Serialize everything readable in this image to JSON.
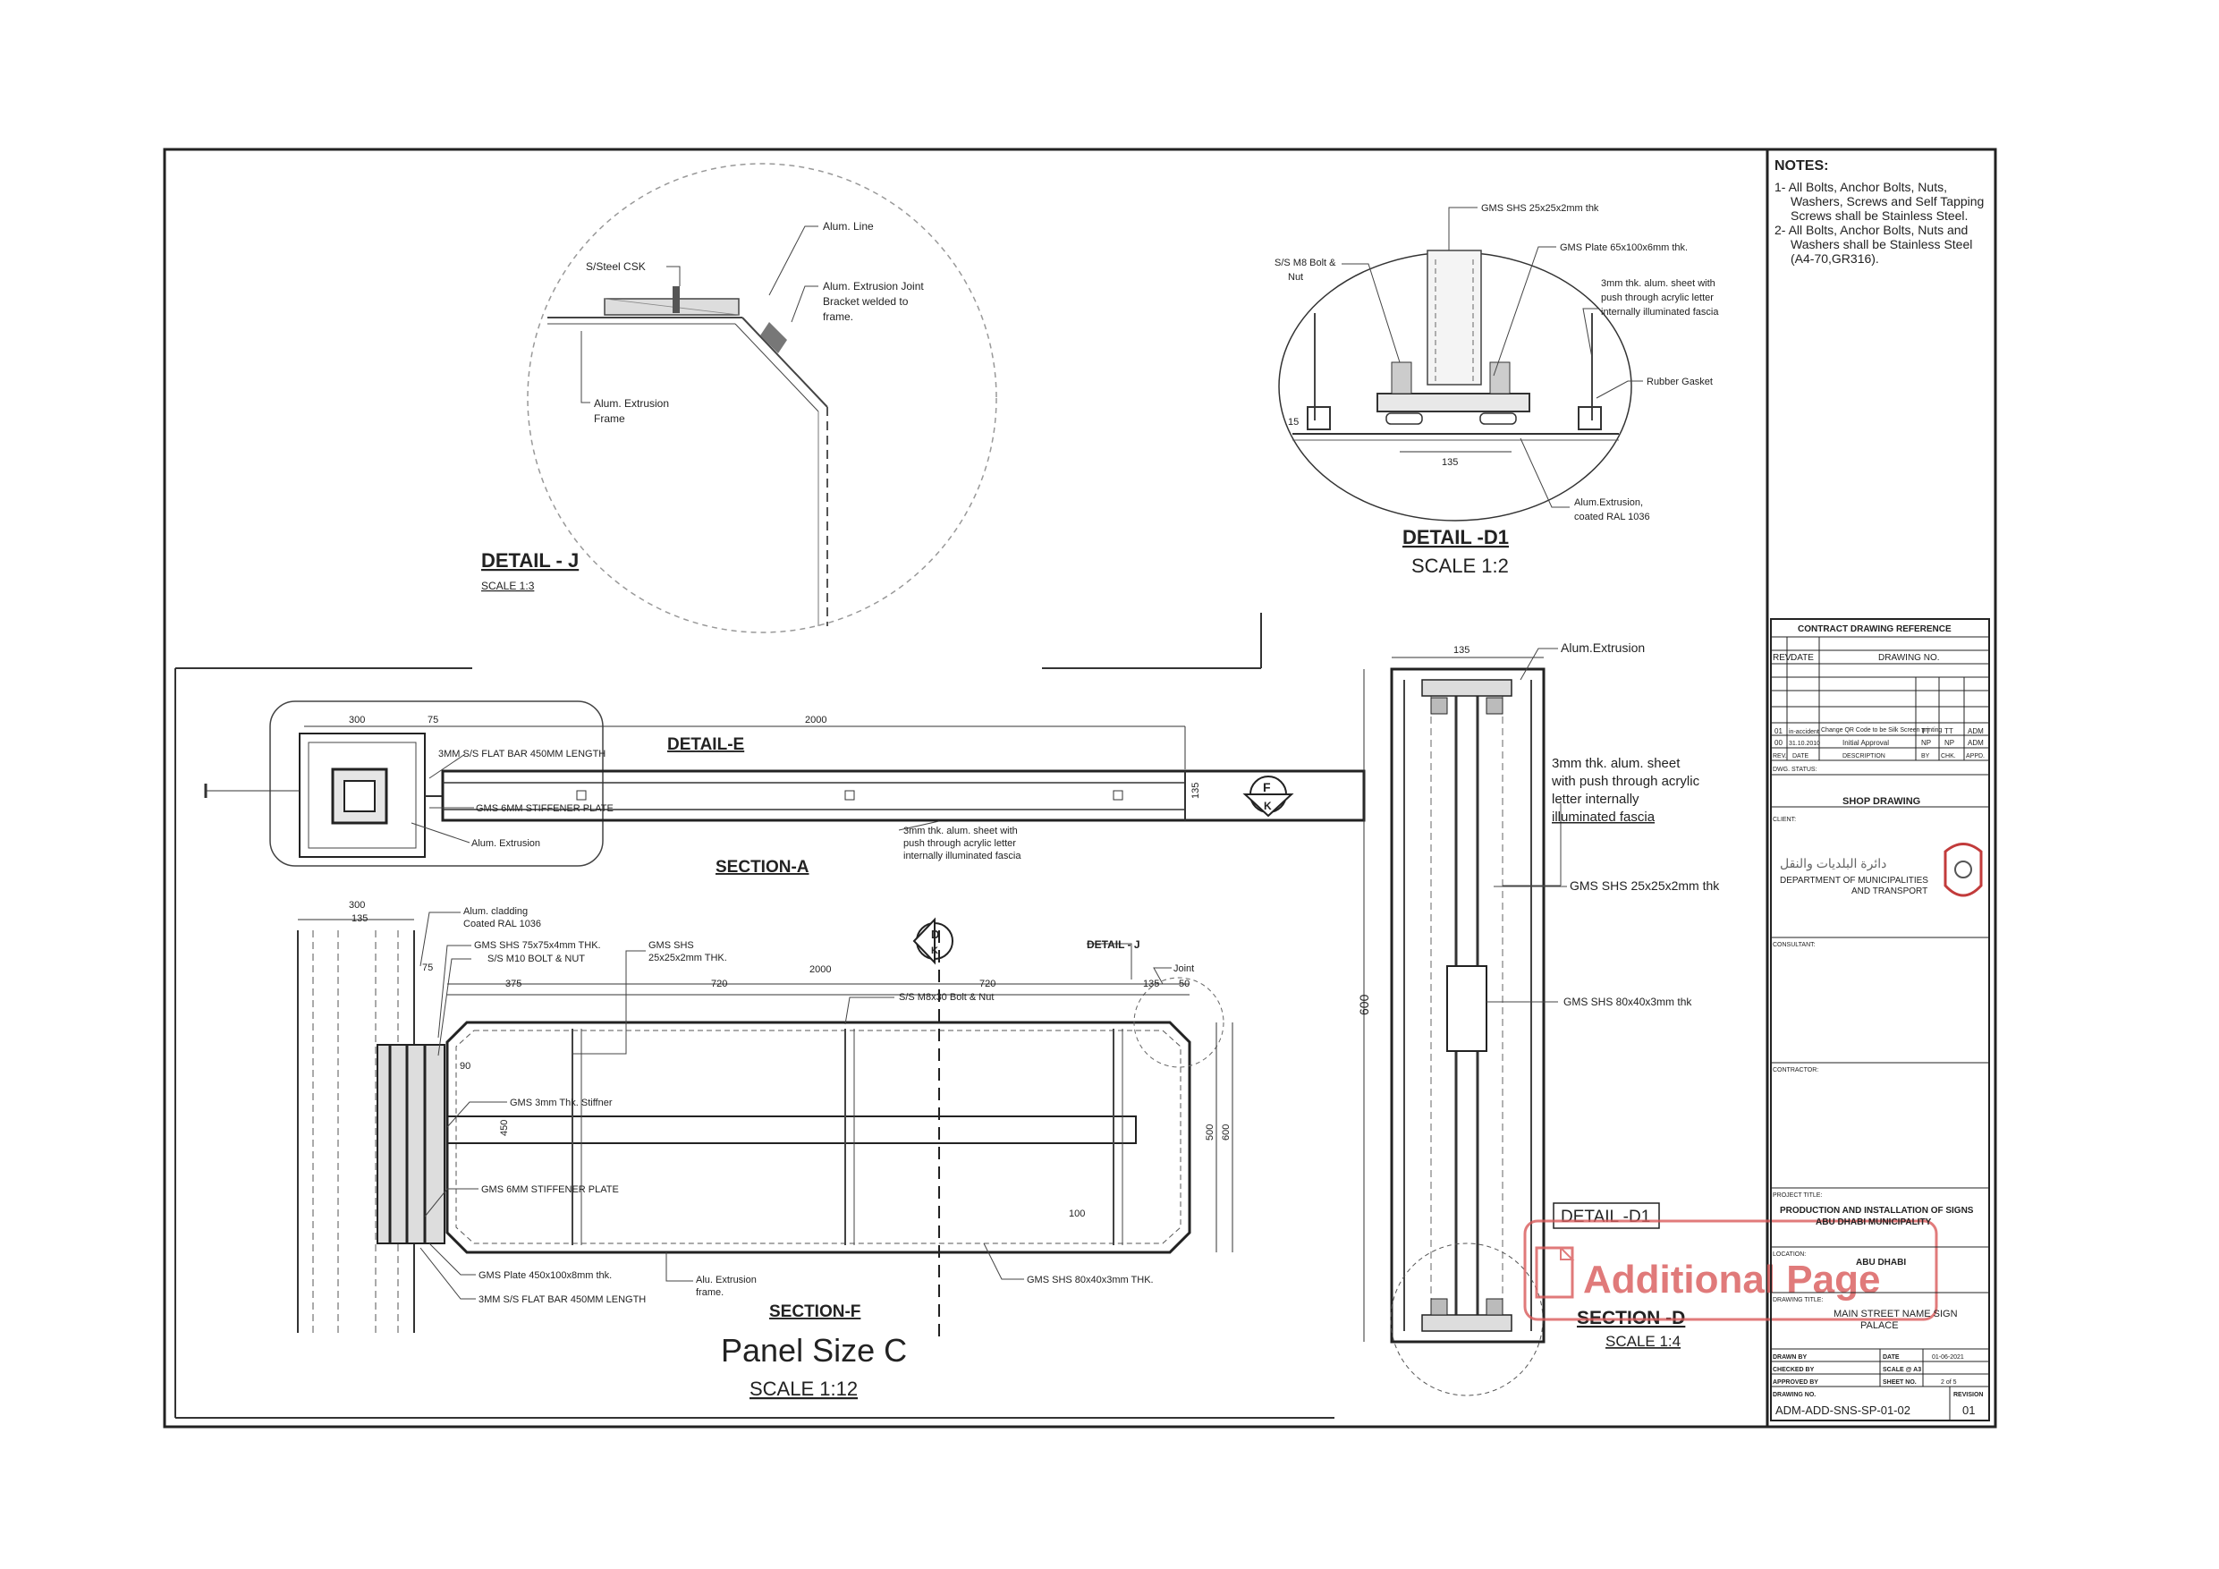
{
  "notes": {
    "heading": "NOTES:",
    "lines": [
      "1- All Bolts, Anchor Bolts, Nuts,",
      "Washers, Screws and Self Tapping",
      "Screws shall be Stainless Steel.",
      "2- All Bolts, Anchor Bolts, Nuts and",
      "Washers shall be Stainless Steel",
      "(A4-70,GR316)."
    ]
  },
  "detail_j": {
    "title": "DETAIL - J",
    "scale": "SCALE 1:3",
    "labels": {
      "alum_line": "Alum. Line",
      "ss_csk": "S/Steel CSK",
      "extrusion_joint": [
        "Alum. Extrusion Joint",
        "Bracket welded to",
        "frame."
      ],
      "frame": [
        "Alum. Extrusion",
        "Frame"
      ]
    }
  },
  "detail_d1": {
    "title": "DETAIL -D1",
    "scale": "SCALE 1:2",
    "labels": {
      "gms_shs": "GMS SHS 25x25x2mm thk",
      "gms_plate": "GMS Plate 65x100x6mm thk.",
      "ss_bolt": [
        "S/S M8 Bolt &",
        "Nut"
      ],
      "sheet": [
        "3mm thk. alum. sheet with",
        "push through acrylic letter",
        "internally illuminated fascia"
      ],
      "gasket": "Rubber Gasket",
      "extrusion": [
        "Alum.Extrusion,",
        "coated RAL 1036"
      ],
      "dim_135": "135",
      "dim_15": "15"
    }
  },
  "section_a": {
    "title": "SECTION-A",
    "detail_e": "DETAIL-E",
    "labels": {
      "flat_bar": "3MM S/S FLAT BAR 450MM LENGTH",
      "stiffener": "GMS 6MM STIFFENER PLATE",
      "extrusion": "Alum. Extrusion",
      "sheet": [
        "3mm thk. alum. sheet with",
        "push through acrylic letter",
        "internally illuminated fascia"
      ]
    },
    "dims": {
      "d300": "300",
      "d75": "75",
      "d2000": "2000",
      "d135": "135"
    },
    "marker_top": "F",
    "marker_bottom": "K"
  },
  "section_f": {
    "title": "SECTION-F",
    "panel_title": "Panel Size C",
    "scale": "SCALE 1:12",
    "labels": {
      "cladding": [
        "Alum. cladding",
        "Coated RAL 1036"
      ],
      "gms_75": "GMS SHS 75x75x4mm THK.",
      "ss_m10": "S/S M10 BOLT & NUT",
      "gms_25": [
        "GMS SHS",
        "25x25x2mm THK."
      ],
      "detail_j_ref": "DETAIL - J",
      "joint": "Joint",
      "ss_m8": "S/S M8x30 Bolt & Nut",
      "stiffener_3mm": "GMS 3mm Thk. Stiffner",
      "stiffener_6mm": "GMS 6MM STIFFENER PLATE",
      "gms_plate": "GMS Plate 450x100x8mm thk.",
      "flat_bar": "3MM S/S FLAT BAR 450MM LENGTH",
      "alu_extrusion": [
        "Alu. Extrusion",
        "frame."
      ],
      "gms_80": "GMS SHS 80x40x3mm THK."
    },
    "dims": {
      "d300": "300",
      "d135": "135",
      "d75": "75",
      "d375": "375",
      "d720a": "720",
      "d2000": "2000",
      "d720b": "720",
      "d135b": "135",
      "d50": "50",
      "d90": "90",
      "d450": "450",
      "d100": "100",
      "d500": "500",
      "d600": "600"
    },
    "marker_top": "D",
    "marker_bottom": "K"
  },
  "section_d": {
    "title": "SECTION -D",
    "scale": "SCALE 1:4",
    "detail_ref": "DETAIL -D1",
    "labels": {
      "extrusion": "Alum.Extrusion",
      "sheet": [
        "3mm thk. alum. sheet",
        "with push through acrylic",
        "letter internally",
        "illuminated fascia"
      ],
      "gms_25": "GMS SHS 25x25x2mm thk",
      "gms_80": "GMS SHS 80x40x3mm thk"
    },
    "dims": {
      "d135": "135",
      "d600": "600"
    }
  },
  "stamp": "Additional Page",
  "title_block": {
    "contract_ref": "CONTRACT DRAWING REFERENCE",
    "ref_headers": [
      "REV.",
      "DATE",
      "DRAWING NO."
    ],
    "revisions": [
      {
        "rev": "01",
        "date": "in-accident",
        "desc": "Change QR Code to be Silk Screen printing",
        "by": "TT",
        "chk": "TT",
        "appd": "ADM"
      },
      {
        "rev": "00",
        "date": "31.10.2010",
        "desc": "Initial Approval",
        "by": "NP",
        "chk": "NP",
        "appd": "ADM"
      }
    ],
    "rev_headers": [
      "REV.",
      "DATE",
      "DESCRIPTION",
      "BY",
      "CHK.",
      "APPD."
    ],
    "dwg_status_label": "DWG. STATUS:",
    "dwg_status": "SHOP DRAWING",
    "client_label": "CLIENT:",
    "client_arabic": "دائرة البلديات والنقل",
    "client_name": [
      "DEPARTMENT OF MUNICIPALITIES",
      "AND TRANSPORT"
    ],
    "consultant_label": "CONSULTANT:",
    "contractor_label": "CONTRACTOR:",
    "project_label": "PROJECT TITLE:",
    "project_title": [
      "PRODUCTION AND INSTALLATION OF SIGNS",
      "ABU DHABI MUNICIPALITY"
    ],
    "location_label": "LOCATION:",
    "location": "ABU DHABI",
    "drawing_title_label": "DRAWING TITLE:",
    "drawing_title": [
      "MAIN STREET NAME SIGN",
      "PALACE"
    ],
    "drawn_by": "DRAWN BY",
    "checked_by": "CHECKED BY",
    "approved_by": "APPROVED BY",
    "date_label": "DATE",
    "date": "01-06-2021",
    "scale_label": "SCALE @ A3",
    "sheet_label": "SHEET NO.",
    "sheet_no": "2 of 5",
    "drawing_no_label": "DRAWING NO.",
    "drawing_no": "ADM-ADD-SNS-SP-01-02",
    "revision_label": "REVISION",
    "revision": "01"
  }
}
